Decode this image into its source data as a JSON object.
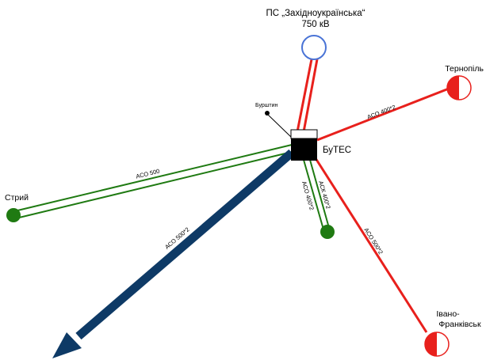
{
  "nodes": {
    "substation_line1": "ПС „Західноукраїнська“",
    "substation_line2": "750 кВ",
    "ternopil": "Тернопіль",
    "burshtyn": "Бурштин",
    "butec": "БуТЕС",
    "stryi": "Стрий",
    "ivano_line1": "Івано-",
    "ivano_line2": "Франківськ"
  },
  "lines": {
    "ternopil": "АСО 400*2",
    "stryi": "АСО 500",
    "green_short_a": "АСО 400*2",
    "green_short_b": "АСК 400*2",
    "ivano": "АСО 500*2",
    "export": "АСО 500*2"
  },
  "colors": {
    "red": "#e8201c",
    "green": "#1f7a12",
    "navy": "#0e3a66",
    "blue": "#4a74d6",
    "black": "#000000"
  }
}
